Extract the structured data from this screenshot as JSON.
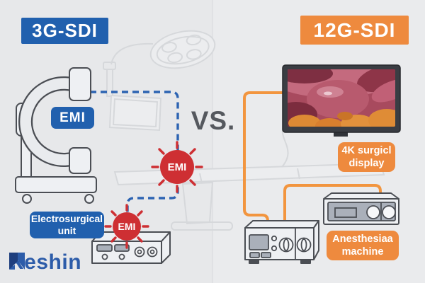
{
  "badges": {
    "left": "3G-SDI",
    "right": "12G-SDI"
  },
  "versus": "VS.",
  "emi": {
    "badge": "EMI",
    "burst1": "EMI",
    "burst2": "EMI"
  },
  "labels": {
    "electrosurgical": {
      "line1": "Electrosurgical",
      "line2": "unit"
    },
    "display": {
      "line1": "4K surgicl",
      "line2": "display"
    },
    "anesthesia": {
      "line1": "Anesthesiaa",
      "line2": "machine"
    }
  },
  "brand": "Reshin",
  "icons": {
    "brand_mark": "reshin-logomark",
    "burst": "emi-interference-burst-icon"
  },
  "colors": {
    "blue": "#2160ae",
    "orange": "#ee8a3e",
    "orange_line": "#f2953f",
    "red": "#ce2f33",
    "dashed_blue": "#2c63b2",
    "versus": "#55585e",
    "brand": "#2d5ca9"
  }
}
